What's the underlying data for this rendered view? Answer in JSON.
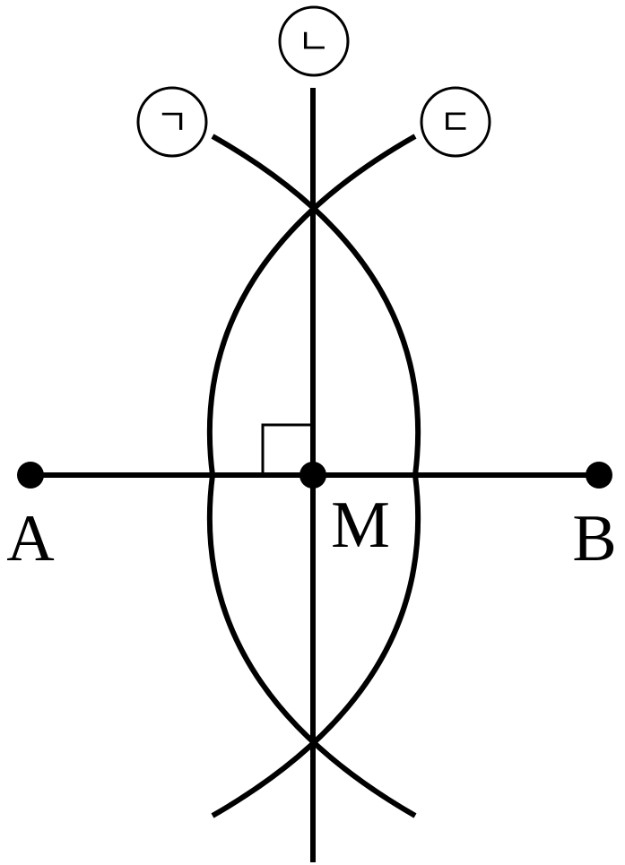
{
  "points": {
    "a": "A",
    "b": "B",
    "m": "M"
  },
  "steps": {
    "step1": "ㄱ",
    "step2": "ㄴ",
    "step3": "ㄷ"
  }
}
